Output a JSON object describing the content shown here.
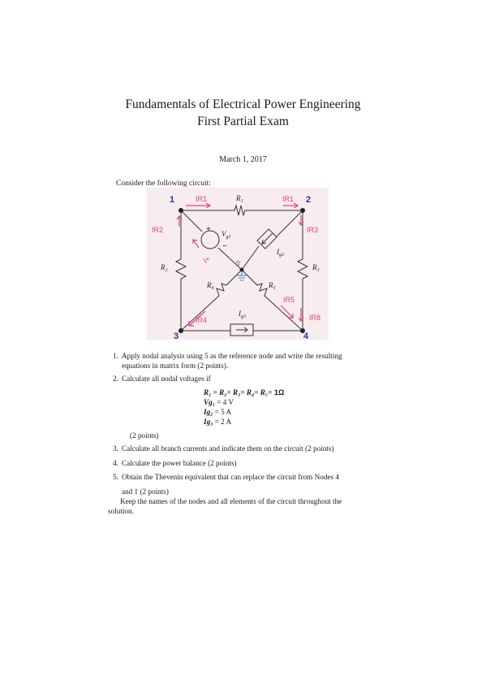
{
  "title_line1": "Fundamentals of Electrical Power Engineering",
  "title_line2": "First Partial Exam",
  "date": "March 1, 2017",
  "intro": "Consider the following circuit:",
  "circuit": {
    "node_labels": [
      "1",
      "2",
      "3",
      "4",
      "5'"
    ],
    "component_labels": {
      "r1": "R₁",
      "r2": "R₂",
      "r3": "R₃",
      "r4": "R₄",
      "r5": "R₅",
      "vg1": "V",
      "vg1_sub": "g1",
      "ig2": "I",
      "ig2_sub": "g2",
      "ig3": "I",
      "ig3_sub": "g3",
      "plus": "+",
      "minus": "−"
    },
    "handwritten_labels": {
      "ir1_left": "IR1",
      "ir1_right": "IR1",
      "ir2": "IR2",
      "ir3": "IR3",
      "ir4": "IR4",
      "ir5": "IR5",
      "ir8": "IR8",
      "i_plus": "I+"
    },
    "colors": {
      "ink": "#333333",
      "pen": "#e0457a",
      "paper": "#f7ecef"
    }
  },
  "questions": [
    {
      "num": "1.",
      "line1": "Apply nodal analysis using 5 as the reference node and write the resulting",
      "line2": "equations in matrix form (2 points)."
    },
    {
      "num": "2.",
      "line1": "Calculate all nodal voltages if"
    },
    {
      "num": "3.",
      "line1": "Calculate all branch currents and indicate them on the circuit (2 points)"
    },
    {
      "num": "4.",
      "line1": "Calculate the power balance (2 points)"
    },
    {
      "num": "5.",
      "line1": "Obtain the Thevenin equivalent that can replace the circuit from Nodes 4",
      "line2": "and 1 (2 points)"
    }
  ],
  "equations": {
    "e1_lhs": "R₁ = R₂= R₃= R₄= R₅=",
    "e1_rhs": " 1Ω",
    "e2_lhs": "Vg₁",
    "e2_rhs": " = 4 V",
    "e3_lhs": "Ig₂",
    "e3_rhs": "  =  5 A",
    "e4_lhs": "Ig₃",
    "e4_rhs": "  =  2 A"
  },
  "q2_points": "(2 points)",
  "closing": "Keep the names of the nodes and all elements of the circuit throughout the solution."
}
